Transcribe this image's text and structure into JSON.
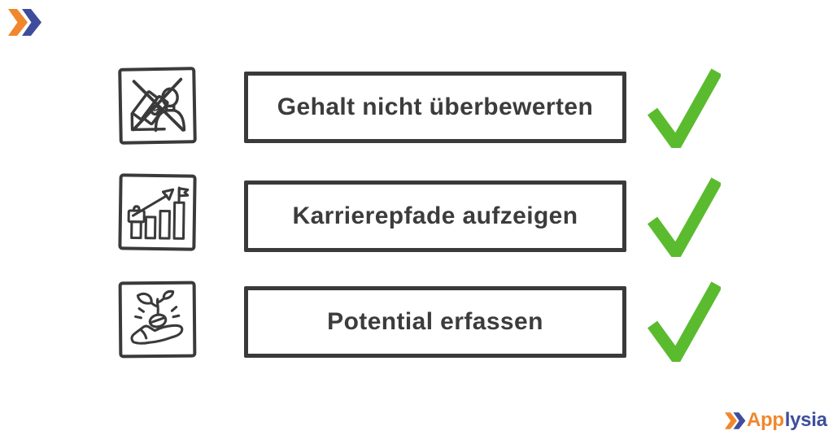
{
  "page": {
    "background_color": "#ffffff"
  },
  "header": {
    "logo": {
      "name": "double-chevron-logo",
      "orange": "#F0872C",
      "blue": "#3E4D9B"
    }
  },
  "checklist": {
    "ink_color": "#3a3a3a",
    "check_color": "#5BBB2F",
    "items": [
      {
        "icon": "crossed-out-salary-icon",
        "label": "Gehalt nicht überbewerten",
        "status": "checked"
      },
      {
        "icon": "career-path-chart-icon",
        "label": "Karrierepfade aufzeigen",
        "status": "checked"
      },
      {
        "icon": "hand-holding-sprout-icon",
        "label": "Potential erfassen",
        "status": "checked"
      }
    ]
  },
  "glyphs": {
    "dollar": "$"
  },
  "footer": {
    "logo": {
      "name": "applysia-logo",
      "text_orange": "App",
      "text_blue": "lysia",
      "orange": "#F0872C",
      "blue": "#3E4D9B"
    }
  }
}
